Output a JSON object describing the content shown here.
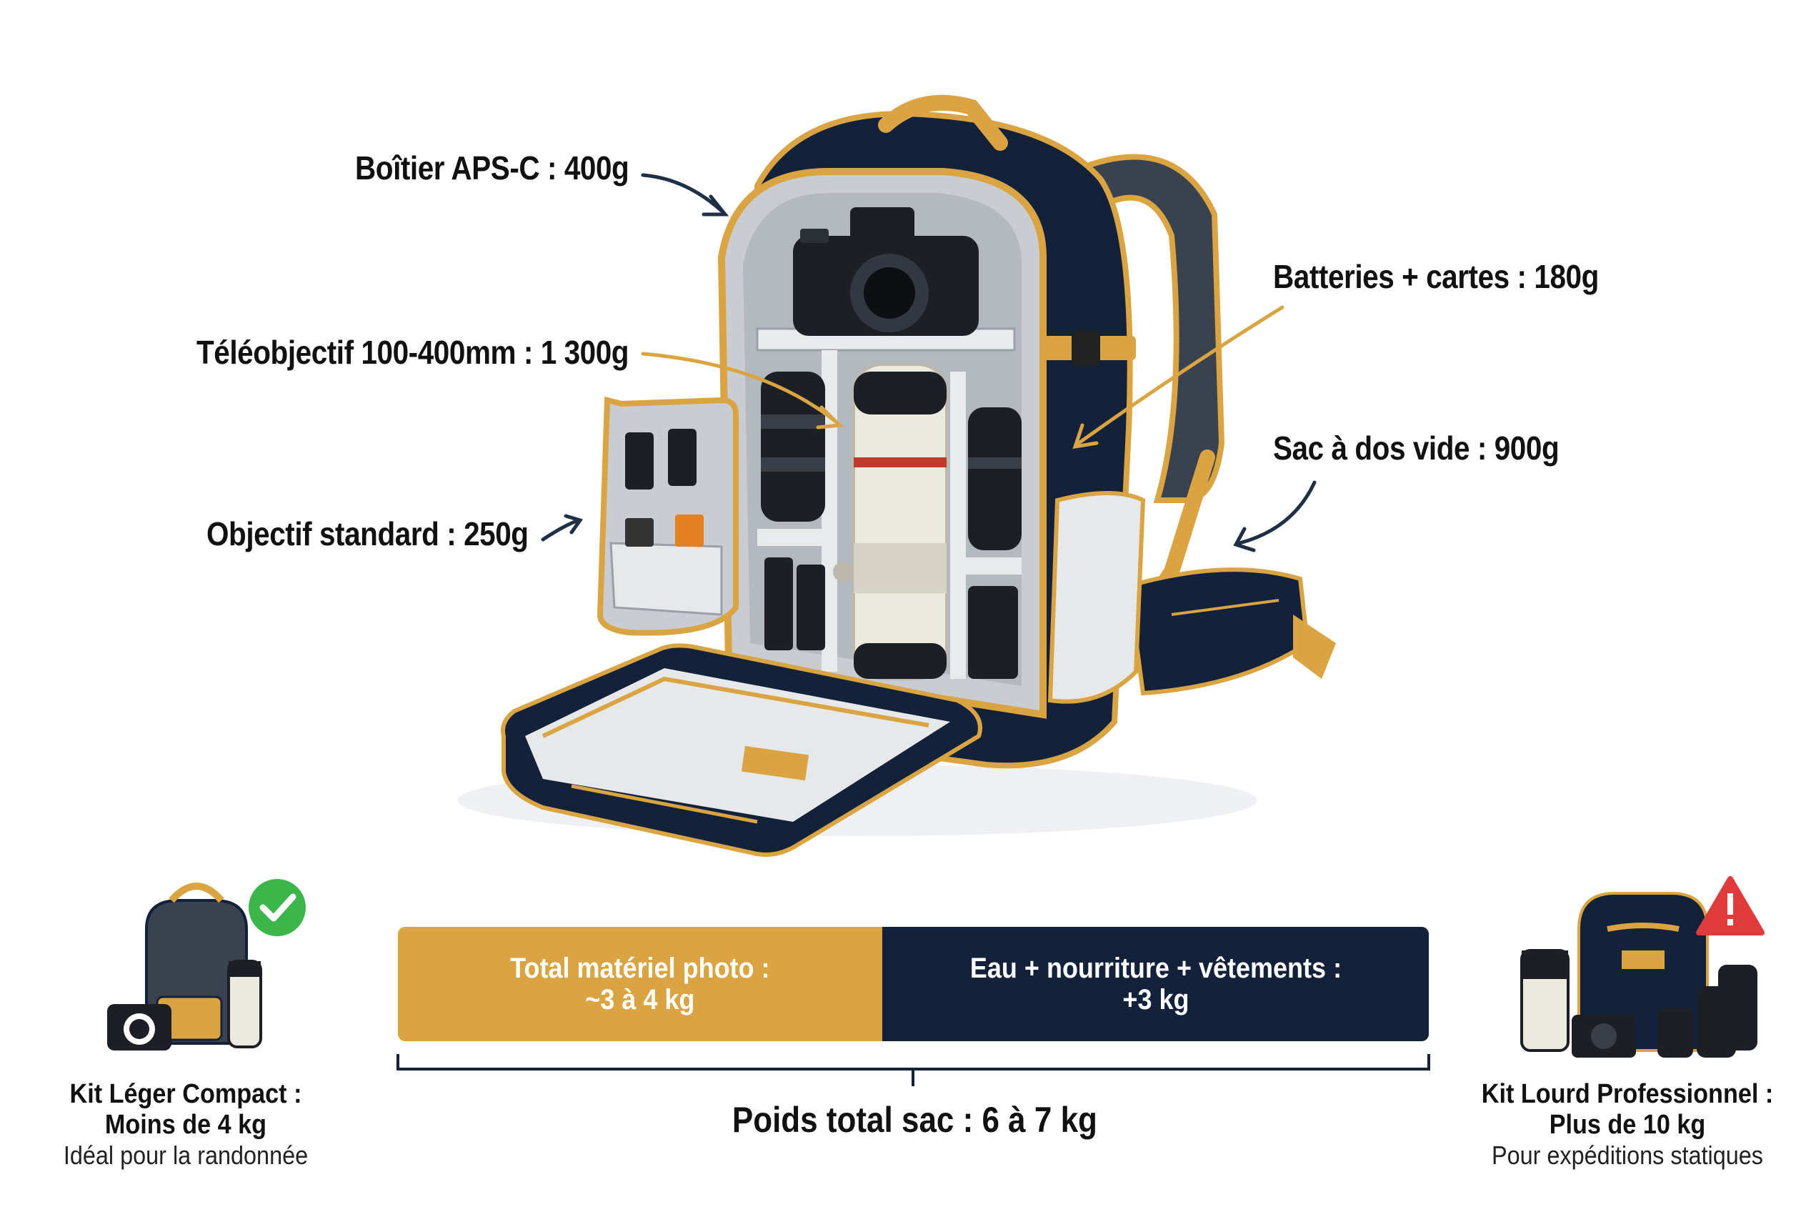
{
  "colors": {
    "navy": "#13223a",
    "gold": "#d9a441",
    "light_gray": "#d7d9dc",
    "ok_green": "#3cb54a",
    "warn_red": "#e03b3b"
  },
  "labels": {
    "body": "Boîtier APS-C : 400g",
    "tele": "Téléobjectif 100-400mm : 1 300g",
    "standard": "Objectif standard : 250g",
    "batteries": "Batteries + cartes : 180g",
    "bag": "Sac à dos vide : 900g"
  },
  "bar": {
    "photo_line1": "Total matériel photo :",
    "photo_line2": "~3 à 4 kg",
    "other_line1": "Eau + nourriture + vêtements :",
    "other_line2": "+3 kg",
    "photo_share": 0.47,
    "total": "Poids total sac : 6 à 7 kg"
  },
  "kits": {
    "light": {
      "title1": "Kit Léger Compact :",
      "title2": "Moins de 4 kg",
      "subtitle": "Idéal pour la randonnée",
      "status_icon": "check-circle-icon"
    },
    "heavy": {
      "title1": "Kit Lourd Professionnel :",
      "title2": "Plus de 10 kg",
      "subtitle": "Pour expéditions statiques",
      "status_icon": "warning-triangle-icon"
    }
  }
}
